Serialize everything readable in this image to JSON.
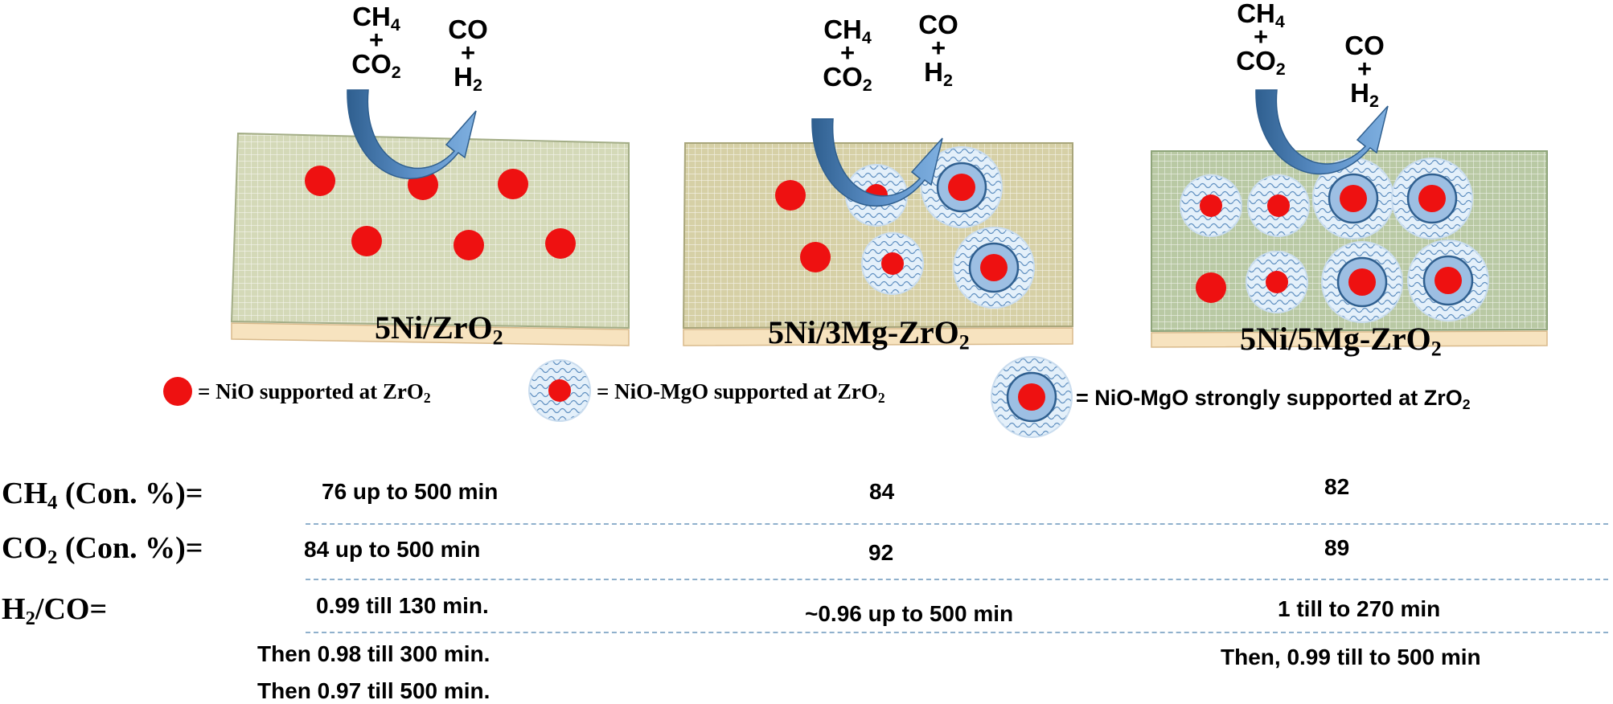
{
  "panels": [
    {
      "id": "p1",
      "label": "5Ni/ZrO",
      "label_sub": "2",
      "reactant_1": "CH",
      "reactant_1_sub": "4",
      "plus_1": "+",
      "reactant_2": "CO",
      "reactant_2_sub": "2",
      "product_1": "CO",
      "plus_2": "+",
      "product_2": "H",
      "product_2_sub": "2"
    },
    {
      "id": "p2",
      "label": "5Ni/3Mg-ZrO",
      "label_sub": "2",
      "reactant_1": "CH",
      "reactant_1_sub": "4",
      "plus_1": "+",
      "reactant_2": "CO",
      "reactant_2_sub": "2",
      "product_1": "CO",
      "plus_2": "+",
      "product_2": "H",
      "product_2_sub": "2"
    },
    {
      "id": "p3",
      "label": "5Ni/5Mg-ZrO",
      "label_sub": "2",
      "reactant_1": "CH",
      "reactant_1_sub": "4",
      "plus_1": "+",
      "reactant_2": "CO",
      "reactant_2_sub": "2",
      "product_1": "CO",
      "plus_2": "+",
      "product_2": "H",
      "product_2_sub": "2"
    }
  ],
  "legend": [
    {
      "text": "= NiO supported at ZrO",
      "sub": "2"
    },
    {
      "text": "= NiO-MgO supported at ZrO",
      "sub": "2"
    },
    {
      "text": "= NiO-MgO strongly supported at ZrO",
      "sub": "2"
    }
  ],
  "table": {
    "rows": [
      {
        "label": "CH",
        "label_sub": "4",
        "label_rest": " (Con. %)=",
        "values": [
          "76 up to 500 min",
          "84",
          "82"
        ]
      },
      {
        "label": "CO",
        "label_sub": "2",
        "label_rest": " (Con. %)=",
        "values": [
          "84 up to 500 min",
          "92",
          "89"
        ]
      },
      {
        "label": "H",
        "label_sub": "2",
        "label_rest": "/CO=",
        "values": [
          "0.99 till 130 min.",
          "~0.96 up to 500 min",
          "1 till to 270 min"
        ]
      }
    ],
    "notes": {
      "col1_line2": "Then 0.98 till 300 min.",
      "col1_line3": "Then 0.97 till 500 min.",
      "col3_line2": "Then, 0.99 till to 500 min"
    }
  },
  "colors": {
    "particle": "#ee1111",
    "arrow": "#5b8fc7",
    "arrow_dark": "#2f5f8f",
    "support_p1": "#d4d9b8",
    "support_p2": "#d6d0a6",
    "support_p3": "#b9c9a4",
    "slab_edge": "#f7e3bf",
    "mgo_shell": "#dcebf7",
    "strong_ring": "#9dbfe3",
    "divider": "#8fb0cc"
  }
}
